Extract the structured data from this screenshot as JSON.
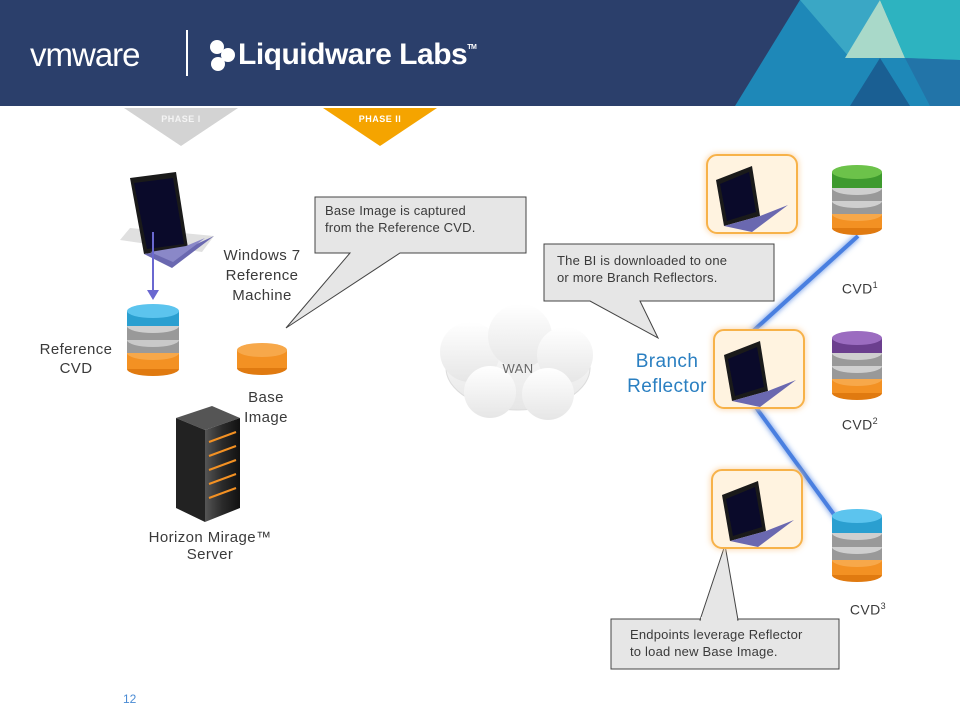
{
  "header": {
    "logo_vmware": "vmware",
    "logo_liquidware": "Liquidware Labs"
  },
  "phases": [
    {
      "label": "PHASE I"
    },
    {
      "label": "PHASE II"
    }
  ],
  "labels": {
    "reference_machine": [
      "Windows 7",
      "Reference",
      "Machine"
    ],
    "reference_cvd": [
      "Reference",
      "CVD"
    ],
    "base_image": [
      "Base",
      "Image"
    ],
    "server": [
      "Horizon Mirage™",
      "Server"
    ],
    "wan": "WAN",
    "branch_reflector": [
      "Branch",
      "Reflector"
    ],
    "cvd1": "CVD",
    "cvd1_sup": "1",
    "cvd2": "CVD",
    "cvd2_sup": "2",
    "cvd3": "CVD",
    "cvd3_sup": "3"
  },
  "callouts": {
    "capture": [
      "Base Image is captured",
      "from the Reference CVD."
    ],
    "download": [
      "The BI is downloaded to one",
      "or more Branch Reflectors."
    ],
    "endpoints": [
      "Endpoints leverage Reflector",
      "to load new Base Image."
    ]
  },
  "page_number": "12",
  "colors": {
    "header": "#2b3f6b",
    "phase1": "#d3d3d3",
    "phase2": "#f5a400",
    "accent_blue": "#2a7fc1",
    "link_blue": "#4a7fe0"
  }
}
